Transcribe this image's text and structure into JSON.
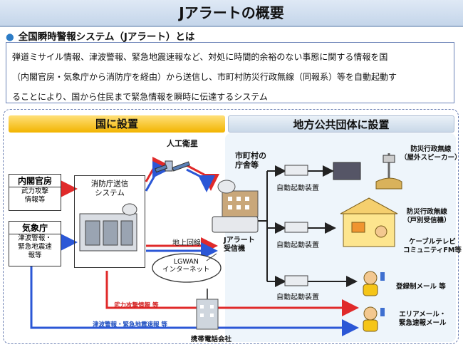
{
  "title": "Jアラートの概要",
  "bullet": "全国瞬時警報システム（Jアラート）とは",
  "description": {
    "line1": "弾道ミサイル情報、津波警報、緊急地震速報など、対処に時間的余裕のない事態に関する情報を国",
    "line2": "（内閣官房・気象庁から消防庁を経由）から送信し、市町村防災行政無線（同報系）等を自動起動す",
    "line3": "ることにより、国から住民まで緊急情報を瞬時に伝達するシステム"
  },
  "bands": {
    "kuni": "国に設置",
    "chiho": "地方公共団体に設置"
  },
  "sources": {
    "naikaku_title": "内閣官房",
    "naikaku_body": "武力攻撃\n情報等",
    "kishou_title": "気象庁",
    "kishou_body": "津波警報・\n緊急地震速\n報等"
  },
  "fdma": {
    "label": "消防庁送信\nシステム"
  },
  "satellite": "人工衛星",
  "ground_line": "地上回線",
  "lgwan": "LGWAN\nインターネット",
  "city_hall": "市町村の\n庁舎等",
  "receiver": "Jアラート\n受信機",
  "auto_start": "自動起動装置",
  "outputs": {
    "outdoor": "防災行政無線\n（屋外スピーカー）",
    "indoor": "防災行政無線\n（戸別受信機）",
    "cable": "ケーブルテレビ\nコミュニティFM等",
    "mail": "登録制メール 等",
    "area_mail": "エリアメール・\n緊急速報メール"
  },
  "lines": {
    "armed": "武力攻撃情報 等",
    "tsunami": "津波警報・緊急地震速報 等",
    "carrier": "携帯電話会社"
  },
  "colors": {
    "red": "#e02a2a",
    "blue": "#2b57d6",
    "accent": "#2d7cc6"
  }
}
